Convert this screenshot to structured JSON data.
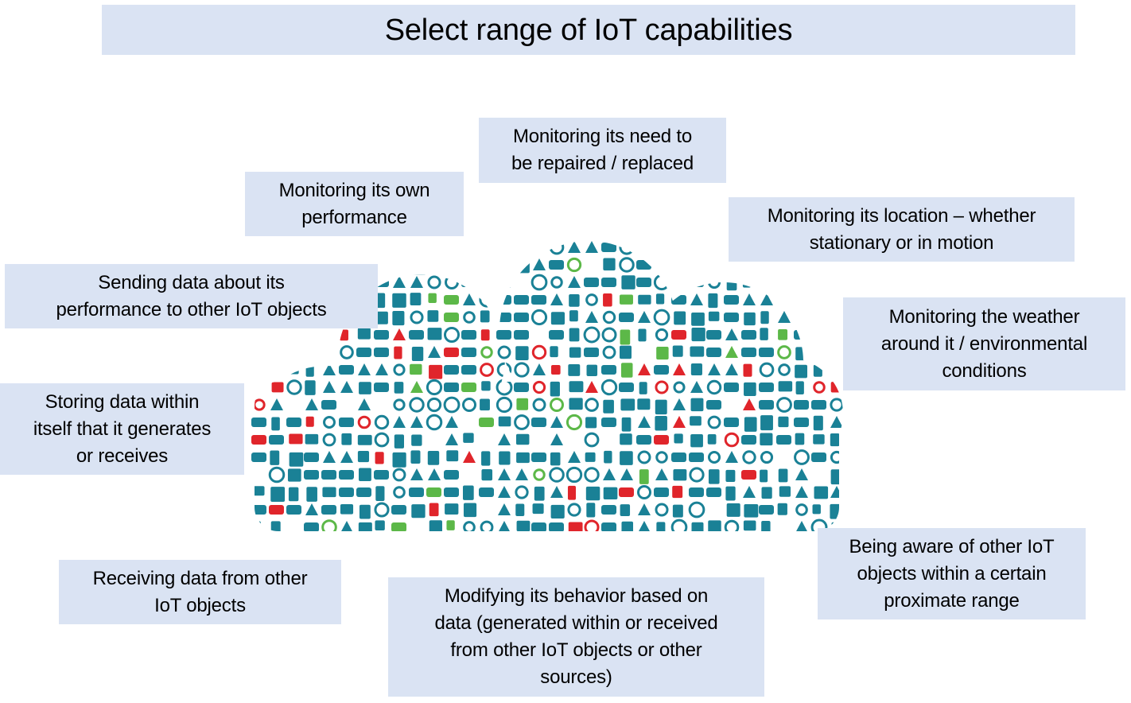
{
  "title": "Select range of IoT capabilities",
  "capabilities": [
    {
      "id": "repair",
      "lines": [
        "Monitoring its need to",
        "be repaired / replaced"
      ]
    },
    {
      "id": "performance",
      "lines": [
        "Monitoring its own",
        "performance"
      ]
    },
    {
      "id": "location",
      "lines": [
        "Monitoring its location – whether",
        "stationary or in motion"
      ]
    },
    {
      "id": "sending",
      "lines": [
        "Sending data about its",
        "performance to other IoT objects"
      ]
    },
    {
      "id": "weather",
      "lines": [
        "Monitoring the weather",
        "around it / environmental",
        "conditions"
      ]
    },
    {
      "id": "storing",
      "lines": [
        "Storing data within",
        "itself that it generates",
        "or receives"
      ]
    },
    {
      "id": "aware",
      "lines": [
        "Being aware of other IoT",
        "objects within a certain",
        "proximate range"
      ]
    },
    {
      "id": "receiving",
      "lines": [
        "Receiving data from other",
        "IoT objects"
      ]
    },
    {
      "id": "modifying",
      "lines": [
        "Modifying its behavior based on",
        "data (generated within or received",
        "from other IoT objects or other",
        "sources)"
      ]
    }
  ],
  "colors": {
    "box": "#dae3f3",
    "teal": "#1a8196",
    "red": "#e0252b",
    "green": "#5cb848"
  }
}
